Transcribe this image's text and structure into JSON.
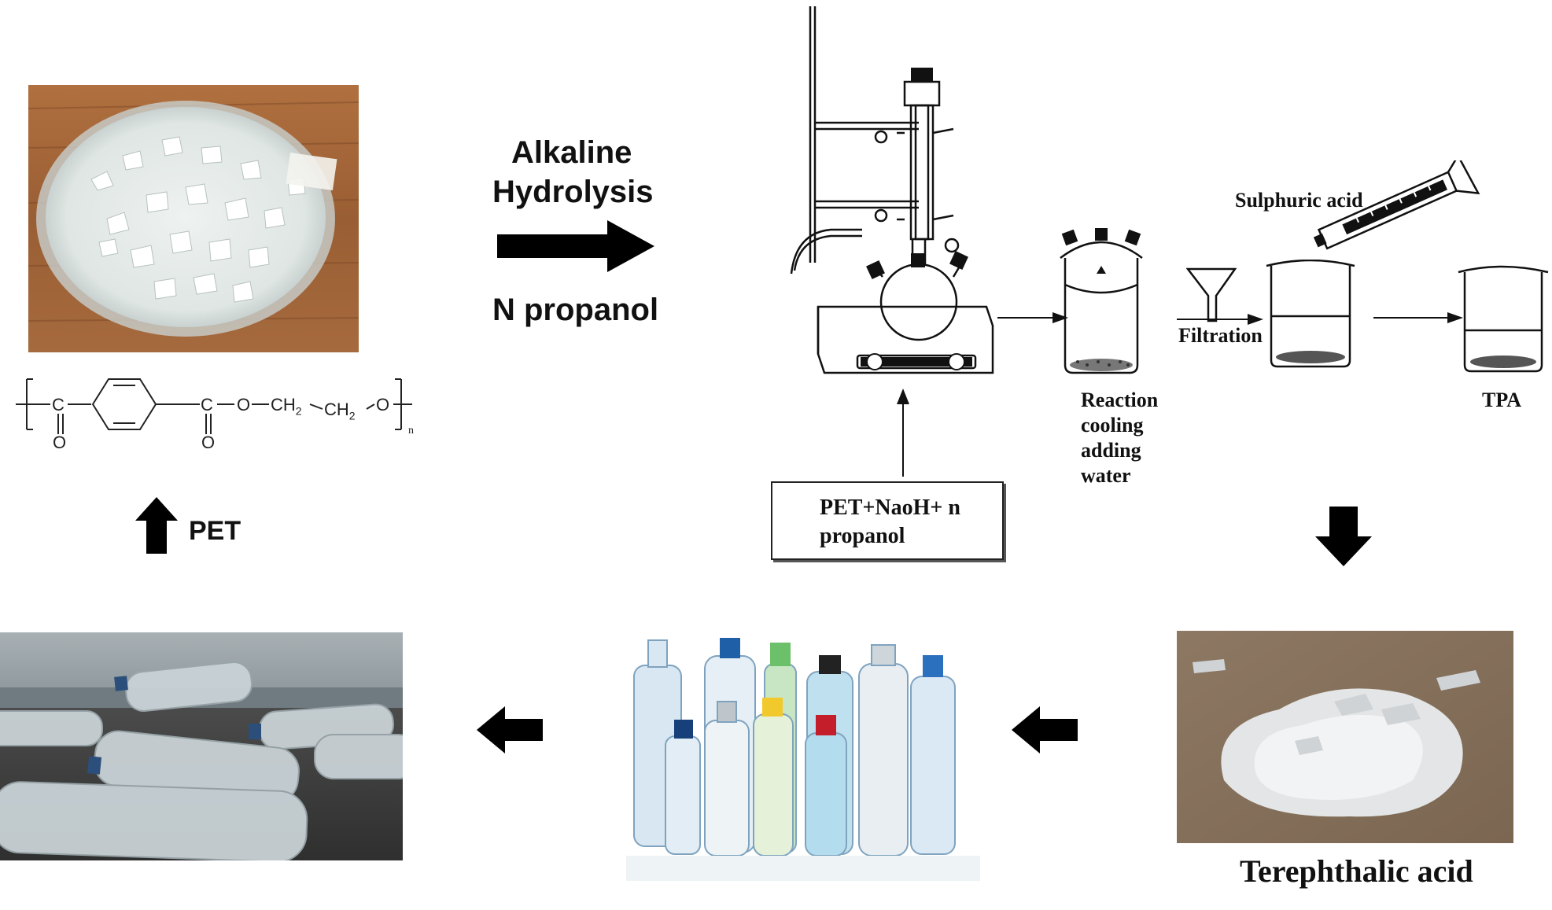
{
  "labels": {
    "alkaline": "Alkaline",
    "hydrolysis": "Hydrolysis",
    "n_propanol": "N propanol",
    "pet": "PET",
    "reaction": "Reaction",
    "cooling": "cooling",
    "adding": "adding",
    "water": "water",
    "filtration": "Filtration",
    "sulphuric_acid": "Sulphuric acid",
    "tpa": "TPA",
    "reactants_line1": "PET+NaoH+ n",
    "reactants_line2": "propanol",
    "terephthalic_acid": "Terephthalic acid"
  },
  "formula": {
    "c1": "C",
    "o1": "O",
    "c2": "C",
    "o2": "O",
    "o_link": "O",
    "ch2a": "CH",
    "ch2a_sub": "2",
    "ch2b": "CH",
    "ch2b_sub": "2",
    "o_end": "O",
    "n": "n"
  },
  "colors": {
    "arrow": "#000000",
    "wood": "#a0643a",
    "powder_bg": "#8a7660",
    "beach_sky": "#9aa4a8"
  }
}
